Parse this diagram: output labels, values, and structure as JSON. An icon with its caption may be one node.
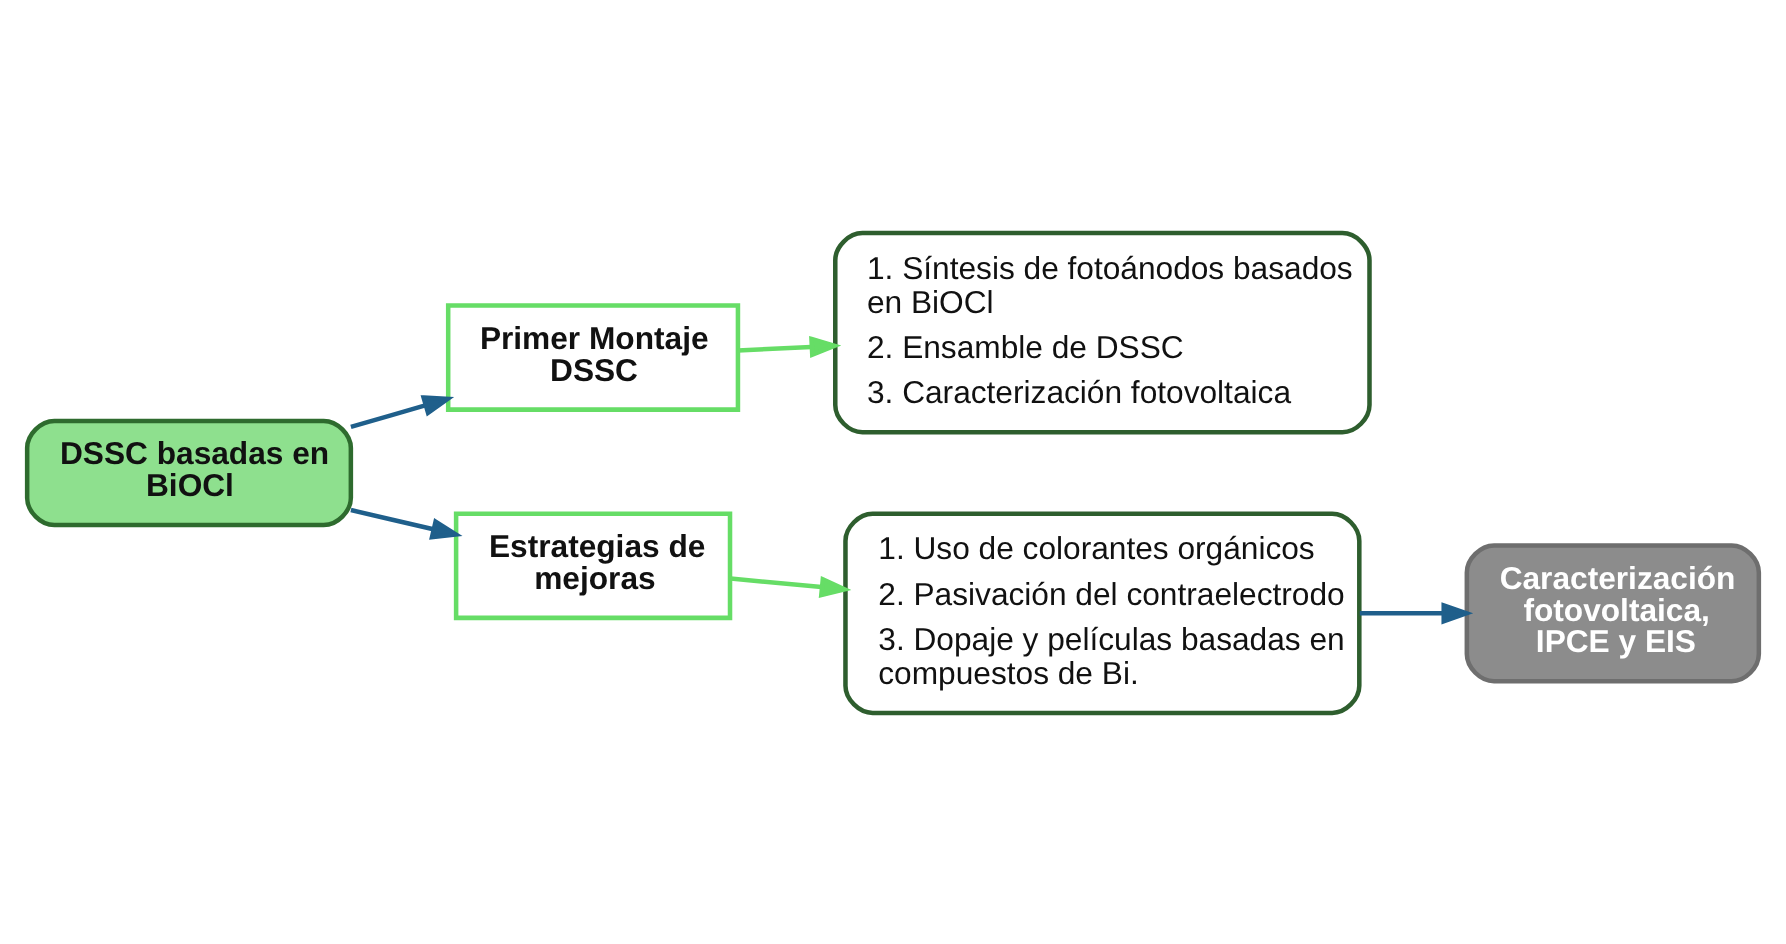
{
  "diagram": {
    "nodes": [
      {
        "text": [
          "DSSC basadas en BiOCl"
        ]
      },
      {
        "text": [
          "Primer Montaje DSSC"
        ]
      },
      {
        "text": [
          "1. Síntesis de fotoánodos basados en BiOCl",
          "2. Ensamble de DSSC",
          "3. Caracterización fotovoltaica"
        ]
      },
      {
        "text": [
          "Estrategias de mejoras"
        ]
      },
      {
        "text": [
          "1. Uso de colorantes orgánicos",
          "2. Pasivación del contraelectrodo",
          "3. Dopaje y películas basadas en compuestos de Bi."
        ]
      },
      {
        "text": [
          "Caracterización fotovoltaica, IPCE y EIS"
        ]
      }
    ],
    "edges": [
      {
        "from": 0,
        "to": 1,
        "arrow": "to"
      },
      {
        "from": 1,
        "to": 2,
        "arrow": "to",
        "color": "#66dd66"
      },
      {
        "from": 0,
        "to": 3,
        "arrow": "to"
      },
      {
        "from": 3,
        "to": 4,
        "arrow": "to",
        "color": "#66dd66"
      },
      {
        "from": 4,
        "to": 5,
        "arrow": "to"
      }
    ]
  }
}
